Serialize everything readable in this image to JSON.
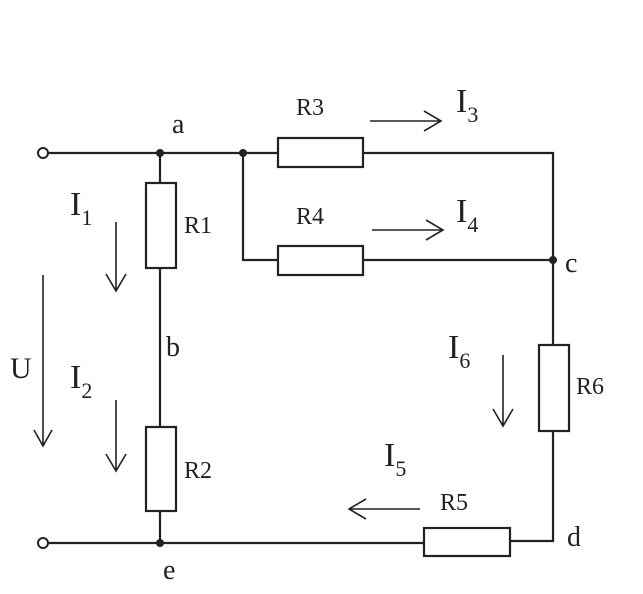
{
  "diagram": {
    "nodes": {
      "a": "a",
      "b": "b",
      "c": "c",
      "d": "d",
      "e": "e"
    },
    "resistors": {
      "r1": "R1",
      "r2": "R2",
      "r3": "R3",
      "r4": "R4",
      "r5": "R5",
      "r6": "R6"
    },
    "currents": {
      "i1": {
        "main": "I",
        "sub": "1"
      },
      "i2": {
        "main": "I",
        "sub": "2"
      },
      "i3": {
        "main": "I",
        "sub": "3"
      },
      "i4": {
        "main": "I",
        "sub": "4"
      },
      "i5": {
        "main": "I",
        "sub": "5"
      },
      "i6": {
        "main": "I",
        "sub": "6"
      }
    },
    "voltage": "U",
    "colors": {
      "ink": "#222222",
      "background": "#ffffff"
    }
  }
}
